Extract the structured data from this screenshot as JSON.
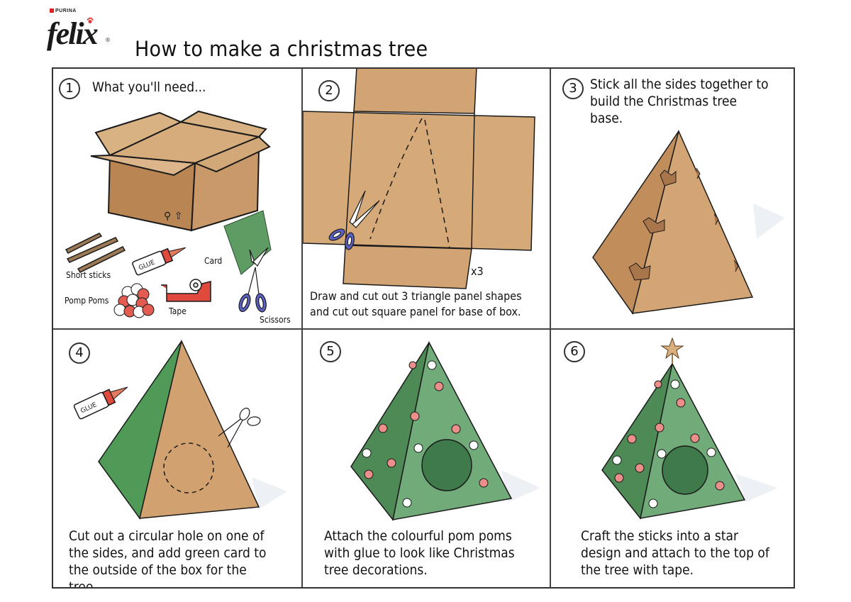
{
  "brand": {
    "parent": "PURINA",
    "name": "felix",
    "registered": "®"
  },
  "title": "How to make a christmas tree",
  "colors": {
    "cardboard": "#c99a66",
    "cardboard_dark": "#b07e4c",
    "green_card": "#5c9e62",
    "green_tree": "#6aa575",
    "green_hole": "#3f7a4a",
    "pompom_pink": "#ec8f8a",
    "tape_red": "#e04a3d",
    "scissors_blue": "#5a61c2",
    "ink": "#1a1a1a"
  },
  "steps": [
    {
      "number": "1",
      "caption": "What you'll need...",
      "items": [
        {
          "label": "Short sticks",
          "icon": "sticks-icon"
        },
        {
          "label": "Card",
          "icon": "green-card-icon"
        },
        {
          "label": "Pomp Poms",
          "icon": "pom-poms-icon"
        },
        {
          "label": "Tape",
          "icon": "tape-dispenser-icon"
        },
        {
          "label": "Scissors",
          "icon": "scissors-icon"
        }
      ],
      "glue_label": "GLUE"
    },
    {
      "number": "2",
      "multiplier": "x3",
      "caption_lines": [
        "Draw and cut out 3 triangle panel shapes",
        "and cut out square panel for base of box."
      ]
    },
    {
      "number": "3",
      "caption_lines": [
        "Stick all the sides together to",
        "build the Christmas tree base."
      ]
    },
    {
      "number": "4",
      "glue_label": "GLUE",
      "caption_lines": [
        "Cut out a circular hole on one of",
        "the sides, and add green card to",
        "the outside of the box for the tree."
      ]
    },
    {
      "number": "5",
      "caption_lines": [
        "Attach the colourful pom poms",
        "with glue to look like Christmas",
        "tree decorations."
      ]
    },
    {
      "number": "6",
      "caption_lines": [
        "Craft the sticks into a star",
        "design and attach to the top of",
        "the tree with tape."
      ]
    }
  ]
}
